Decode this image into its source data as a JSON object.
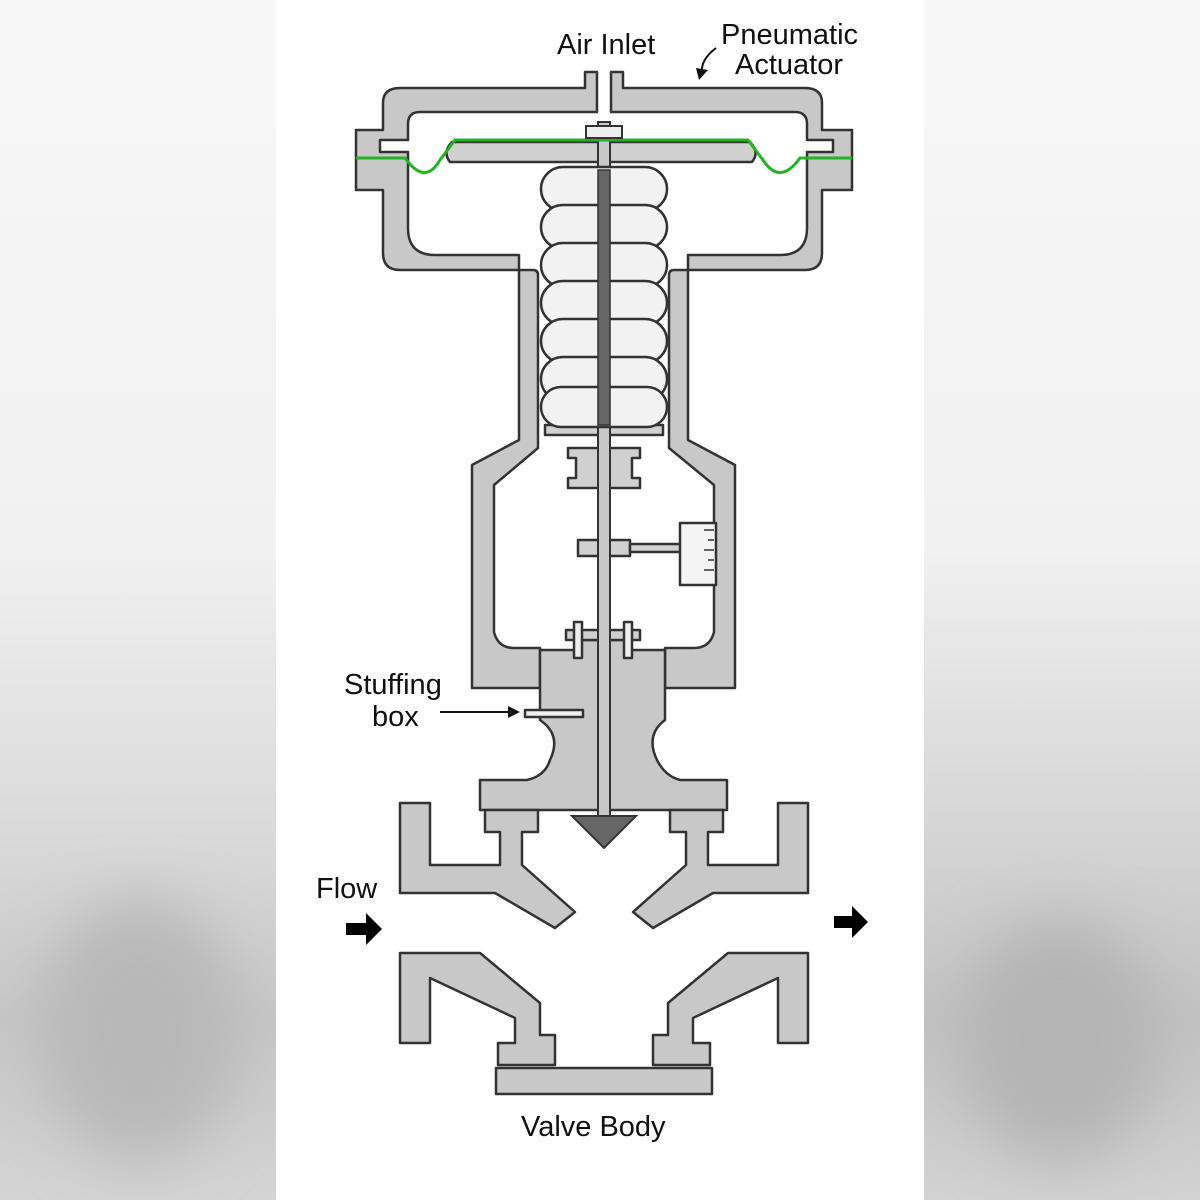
{
  "labels": {
    "air_inlet": "Air Inlet",
    "pneumatic_line1": "Pneumatic",
    "pneumatic_line2": "Actuator",
    "stuffing_line1": "Stuffing",
    "stuffing_line2": "box",
    "flow": "Flow",
    "valve_body": "Valve Body"
  },
  "colors": {
    "metal_fill": "#c8c8c8",
    "outline": "#333333",
    "diaphragm": "#22b422",
    "spring": "#f2f2f2",
    "plug": "#666666",
    "arrow": "#000000",
    "panel": "#ffffff"
  }
}
